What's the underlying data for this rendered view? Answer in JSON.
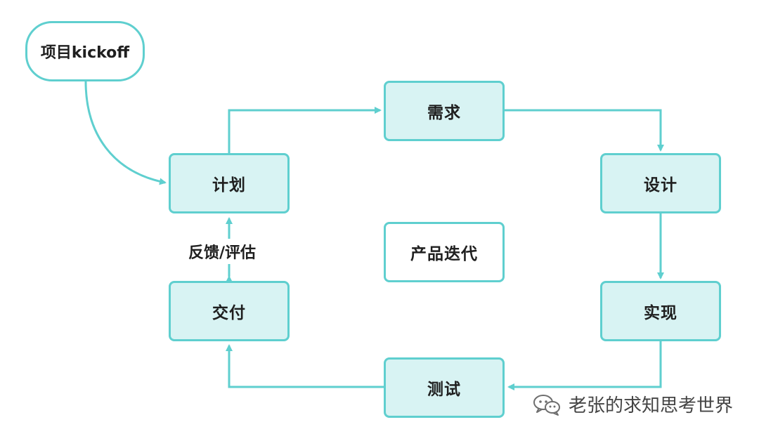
{
  "diagram": {
    "nodes": {
      "kickoff": "项目kickoff",
      "plan": "计划",
      "requirements": "需求",
      "design": "设计",
      "implementation": "实现",
      "testing": "测试",
      "delivery": "交付",
      "center": "产品迭代"
    },
    "edge_labels": {
      "feedback": "反馈/评估"
    },
    "colors": {
      "accent": "#5fcfcf",
      "node_fill": "#d8f3f3",
      "text": "#1f1f1f"
    }
  },
  "watermark": {
    "icon": "wechat-icon",
    "text": "老张的求知思考世界"
  }
}
